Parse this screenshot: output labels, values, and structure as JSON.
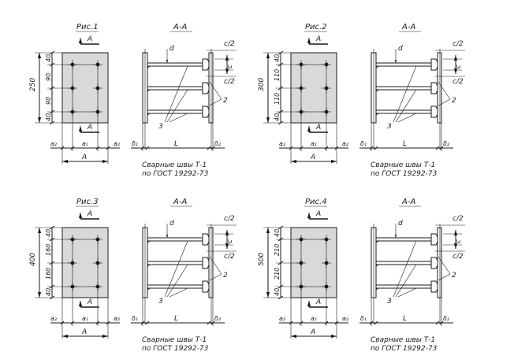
{
  "figures": [
    {
      "caption": "Рис.1",
      "section_label": "А-А",
      "cut_marker": "А",
      "total_height": "250",
      "segments": [
        "40",
        "90",
        "90",
        "40"
      ],
      "bottom_dims": {
        "a2_left": "a₂",
        "a1": "a₁",
        "a2_right": "a₂",
        "A": "A"
      },
      "section_dims": {
        "d": "d",
        "c_half_top": "с/2",
        "c": "с",
        "c_half_bottom": "с/2",
        "delta1": "δ₁",
        "L": "L",
        "delta2": "δ₂"
      },
      "callouts": {
        "weld": "2",
        "studs": "3"
      },
      "note_line1": "Сварные швы Т-1",
      "note_line2": "по ГОСТ 19292-73"
    },
    {
      "caption": "Рис.2",
      "section_label": "А-А",
      "cut_marker": "А",
      "total_height": "300",
      "segments": [
        "40",
        "110",
        "110",
        "40"
      ],
      "bottom_dims": {
        "a2_left": "a₂",
        "a1": "a₁",
        "a2_right": "a₂",
        "A": "A"
      },
      "section_dims": {
        "d": "d",
        "c_half_top": "с/2",
        "c": "с",
        "c_half_bottom": "с/2",
        "delta1": "δ₁",
        "L": "L",
        "delta2": "δ₂"
      },
      "callouts": {
        "weld": "2",
        "studs": "3"
      },
      "note_line1": "Сварные швы Т-1",
      "note_line2": "по ГОСТ 19292-73"
    },
    {
      "caption": "Рис.3",
      "section_label": "А-А",
      "cut_marker": "А",
      "total_height": "400",
      "segments": [
        "40",
        "160",
        "160",
        "40"
      ],
      "bottom_dims": {
        "a2_left": "a₂",
        "a1": "a₁",
        "a2_right": "a₂",
        "A": "A"
      },
      "section_dims": {
        "d": "d",
        "c_half_top": "с/2",
        "c": "с",
        "c_half_bottom": "с/2",
        "delta1": "δ₁",
        "L": "L",
        "delta2": "δ₂"
      },
      "callouts": {
        "weld": "2",
        "studs": "3"
      },
      "note_line1": "Сварные швы Т-1",
      "note_line2": "по ГОСТ 19292-73"
    },
    {
      "caption": "Рис.4",
      "section_label": "А-А",
      "cut_marker": "А",
      "total_height": "500",
      "segments": [
        "40",
        "210",
        "210",
        "40"
      ],
      "bottom_dims": {
        "a2_left": "a₂",
        "a1": "a₁",
        "a2_right": "a₂",
        "A": "A"
      },
      "section_dims": {
        "d": "d",
        "c_half_top": "с/2",
        "c": "с",
        "c_half_bottom": "с/2",
        "delta1": "δ₁",
        "L": "L",
        "delta2": "δ₂"
      },
      "callouts": {
        "weld": "2",
        "studs": "3"
      },
      "note_line1": "Сварные швы Т-1",
      "note_line2": "по ГОСТ 19292-73"
    }
  ]
}
